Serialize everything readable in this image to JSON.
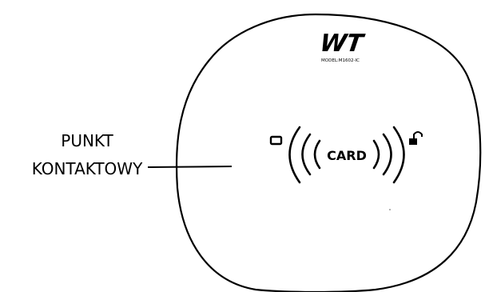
{
  "callout": {
    "line1": "PUNKT",
    "line2": "KONTAKTOWY"
  },
  "device": {
    "brand": "WT",
    "model": "MODEL:M1602-IC",
    "card_label": "CARD",
    "card_icon": "card-icon",
    "unlock_icon": "unlock-padlock-icon",
    "outline_color": "#000000"
  }
}
